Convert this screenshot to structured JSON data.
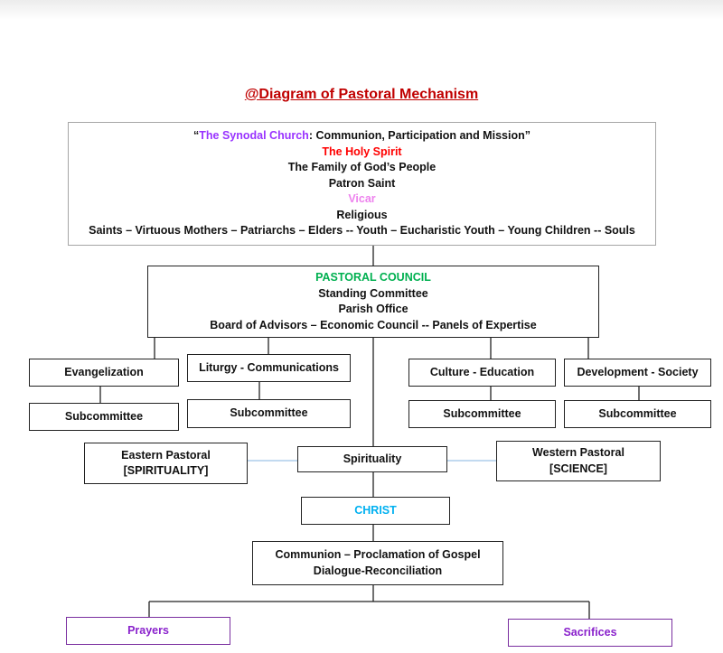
{
  "title": "@Diagram of Pastoral Mechanism",
  "colors": {
    "title": "#c00000",
    "synodal": "#9933ff",
    "holy_spirit": "#ff0000",
    "vicar": "#ee82ee",
    "council": "#00b050",
    "christ": "#00b0f0",
    "leaf": "#8a22cc",
    "link": "#9dc3e6"
  },
  "top_box": {
    "synodal_open_quote": "“",
    "synodal_name": "The Synodal Church",
    "synodal_rest": ": Communion, Participation and Mission”",
    "holy_spirit": "The Holy Spirit",
    "family": "The Family of God’s People",
    "patron": "Patron Saint",
    "vicar": "Vicar",
    "religious": "Religious",
    "groups": "Saints – Virtuous Mothers – Patriarchs – Elders -- Youth – Eucharistic Youth – Young Children -- Souls"
  },
  "council_box": {
    "name": "PASTORAL COUNCIL",
    "standing": "Standing Committee",
    "office": "Parish Office",
    "boards": "Board of Advisors – Economic Council -- Panels of Expertise"
  },
  "committees": [
    {
      "label": "Evangelization",
      "sub": "Subcommittee"
    },
    {
      "label": "Liturgy - Communications",
      "sub": "Subcommittee"
    },
    {
      "label": "Culture - Education",
      "sub": "Subcommittee"
    },
    {
      "label": "Development - Society",
      "sub": "Subcommittee"
    }
  ],
  "eastern": {
    "line1": "Eastern Pastoral",
    "line2": "[SPIRITUALITY]"
  },
  "spirituality": "Spirituality",
  "western": {
    "line1": "Western Pastoral",
    "line2": "[SCIENCE]"
  },
  "christ": "CHRIST",
  "communion": {
    "line1": "Communion – Proclamation of Gospel",
    "line2": "Dialogue-Reconciliation"
  },
  "prayers": "Prayers",
  "sacrifices": "Sacrifices"
}
